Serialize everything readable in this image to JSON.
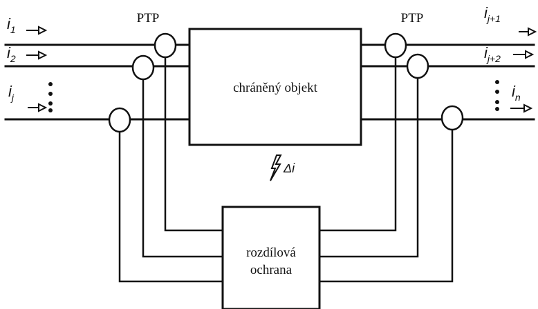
{
  "labels": {
    "ptp_left": "PTP",
    "ptp_right": "PTP",
    "protected_object": "chráněný objekt",
    "relay_line1": "rozdílová",
    "relay_line2": "ochrana",
    "fault_current": "Δi"
  },
  "currents_left": [
    {
      "base": "i",
      "sub": "1"
    },
    {
      "base": "i",
      "sub": "2"
    },
    {
      "base": "i",
      "sub": "j"
    }
  ],
  "currents_right": [
    {
      "base": "i",
      "sub": "j+1"
    },
    {
      "base": "i",
      "sub": "j+2"
    },
    {
      "base": "i",
      "sub": "n"
    }
  ]
}
